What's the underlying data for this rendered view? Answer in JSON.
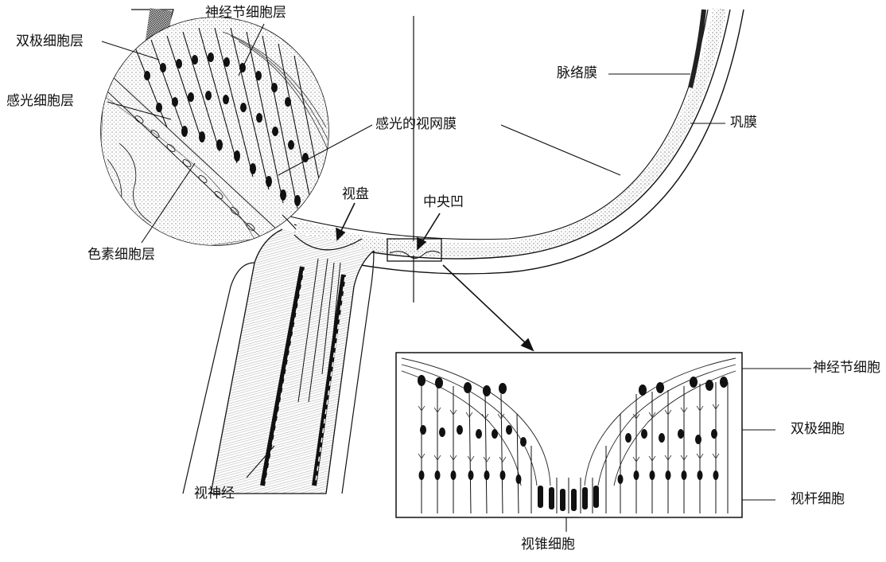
{
  "labels": {
    "ganglion_layer": "神经节细胞层",
    "bipolar_layer": "双极细胞层",
    "photoreceptor_layer": "感光细胞层",
    "pigment_layer": "色素细胞层",
    "photosensitive_retina": "感光的视网膜",
    "choroid": "脉络膜",
    "sclera": "巩膜",
    "optic_disc": "视盘",
    "fovea": "中央凹",
    "optic_nerve": "视神经",
    "ganglion_cell": "神经节细胞",
    "bipolar_cell": "双极细胞",
    "rod_cell": "视杆细胞",
    "cone_cell": "视锥细胞"
  },
  "colors": {
    "ink": "#111111",
    "background": "#ffffff"
  }
}
